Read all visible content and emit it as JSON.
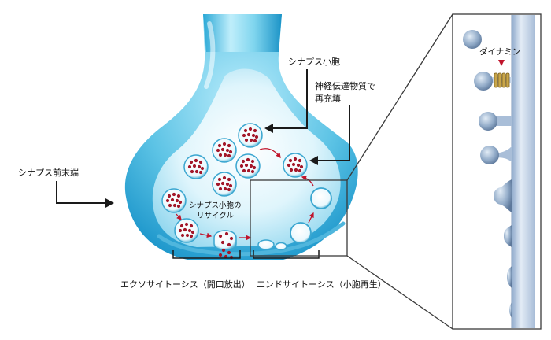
{
  "labels": {
    "synaptic_vesicle": "シナプス小胞",
    "refill_line1": "神経伝達物質で",
    "refill_line2": "再充填",
    "presynaptic_terminal": "シナプス前末端",
    "recycling_line1": "シナプス小胞の",
    "recycling_line2": "リサイクル",
    "exocytosis": "エクソサイトーシス（開口放出）",
    "endocytosis": "エンドサイトーシス（小胞再生）",
    "dynamin": "ダイナミン"
  },
  "colors": {
    "terminal_light": "#d8f3fb",
    "terminal_mid": "#5ec4e6",
    "terminal_dark": "#1f9fd1",
    "vesicle_dot": "#a3172a",
    "cycle_arrow": "#c0142b",
    "pointer_arrow": "#1a1a1a",
    "membrane": "#b9cde6",
    "dynamin_ring": "#c9a64a"
  }
}
